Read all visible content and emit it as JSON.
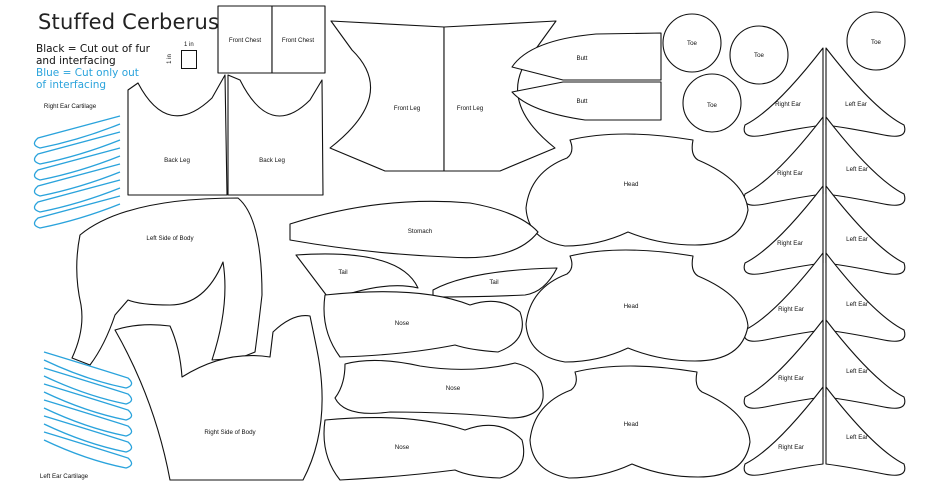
{
  "title": "Stuffed Cerberus",
  "legend": {
    "black": "Black = Cut out of fur and interfacing",
    "blue": "Blue = Cut only out of interfacing"
  },
  "scale": {
    "top": "1 in",
    "side": "1 in"
  },
  "pieces": {
    "front_chest": "Front Chest",
    "front_leg": "Front Leg",
    "back_leg": "Back Leg",
    "butt": "Butt",
    "toe": "Toe",
    "right_ear": "Right Ear",
    "left_ear": "Left Ear",
    "head": "Head",
    "stomach": "Stomach",
    "tail": "Tail",
    "nose": "Nose",
    "left_side_of_body": "Left Side of Body",
    "right_side_of_body": "Right Side of Body",
    "right_ear_cartilage": "Right Ear Cartilage",
    "left_ear_cartilage": "Left Ear Cartilage"
  },
  "colors": {
    "outline": "#111111",
    "interfacing_only": "#2aa3dc"
  }
}
